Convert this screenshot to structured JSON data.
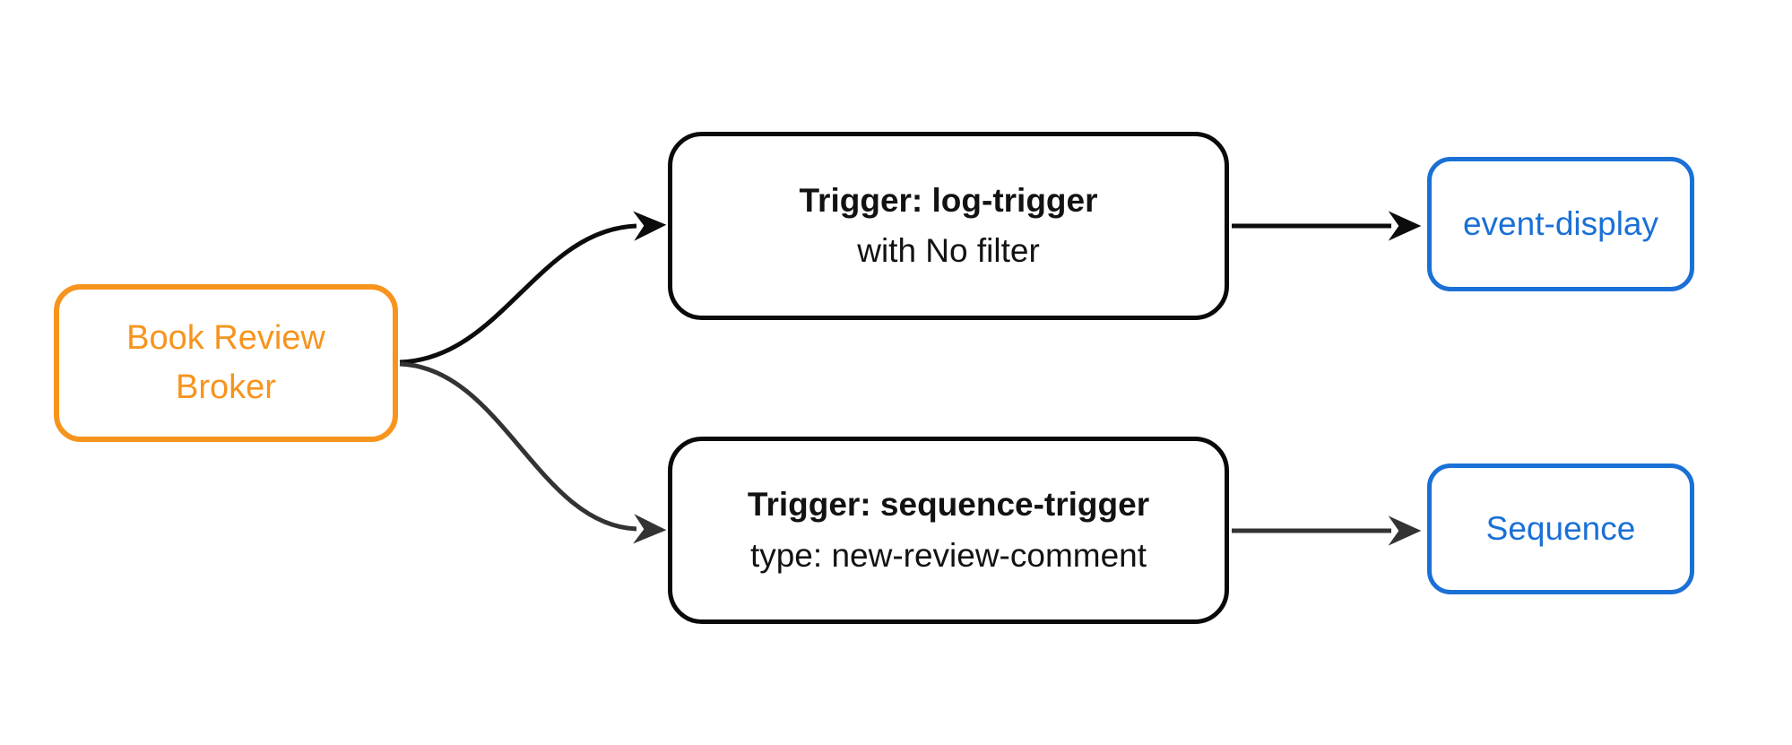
{
  "diagram": {
    "type": "flowchart",
    "direction": "left-to-right",
    "background": "#ffffff",
    "nodes": {
      "broker": {
        "id": "book-review-broker",
        "label": "Book Review Broker",
        "lines": [
          "Book Review",
          "Broker"
        ],
        "border_color": "#F7941E",
        "text_color": "#F7941E",
        "fill": "#ffffff"
      },
      "log_trigger": {
        "id": "log-trigger",
        "title": "Trigger: log-trigger",
        "subtitle": "with No filter",
        "border_color": "#000000",
        "text_color": "#121212",
        "fill": "#ffffff"
      },
      "sequence_trigger": {
        "id": "sequence-trigger",
        "title": "Trigger: sequence-trigger",
        "subtitle": "type: new-review-comment",
        "border_color": "#000000",
        "text_color": "#121212",
        "fill": "#ffffff"
      },
      "event_display": {
        "id": "event-display",
        "label": "event-display",
        "border_color": "#1A70D6",
        "text_color": "#1A70D6",
        "fill": "#ffffff"
      },
      "sequence": {
        "id": "sequence",
        "label": "Sequence",
        "border_color": "#1A70D6",
        "text_color": "#1A70D6",
        "fill": "#ffffff"
      }
    },
    "edges": [
      {
        "from": "book-review-broker",
        "to": "log-trigger",
        "shape": "s-curve",
        "arrow": "filled-triangle",
        "color": "#0c0c0c"
      },
      {
        "from": "book-review-broker",
        "to": "sequence-trigger",
        "shape": "s-curve",
        "arrow": "filled-triangle",
        "color": "#333333"
      },
      {
        "from": "log-trigger",
        "to": "event-display",
        "shape": "straight",
        "arrow": "filled-triangle",
        "color": "#0c0c0c"
      },
      {
        "from": "sequence-trigger",
        "to": "sequence",
        "shape": "straight",
        "arrow": "filled-triangle",
        "color": "#333333"
      }
    ],
    "colors": {
      "orange": "#F7941E",
      "blue": "#1A70D6",
      "black": "#0c0c0c",
      "dark_gray": "#333333",
      "node_fill": "#ffffff",
      "background": "#ffffff"
    }
  }
}
